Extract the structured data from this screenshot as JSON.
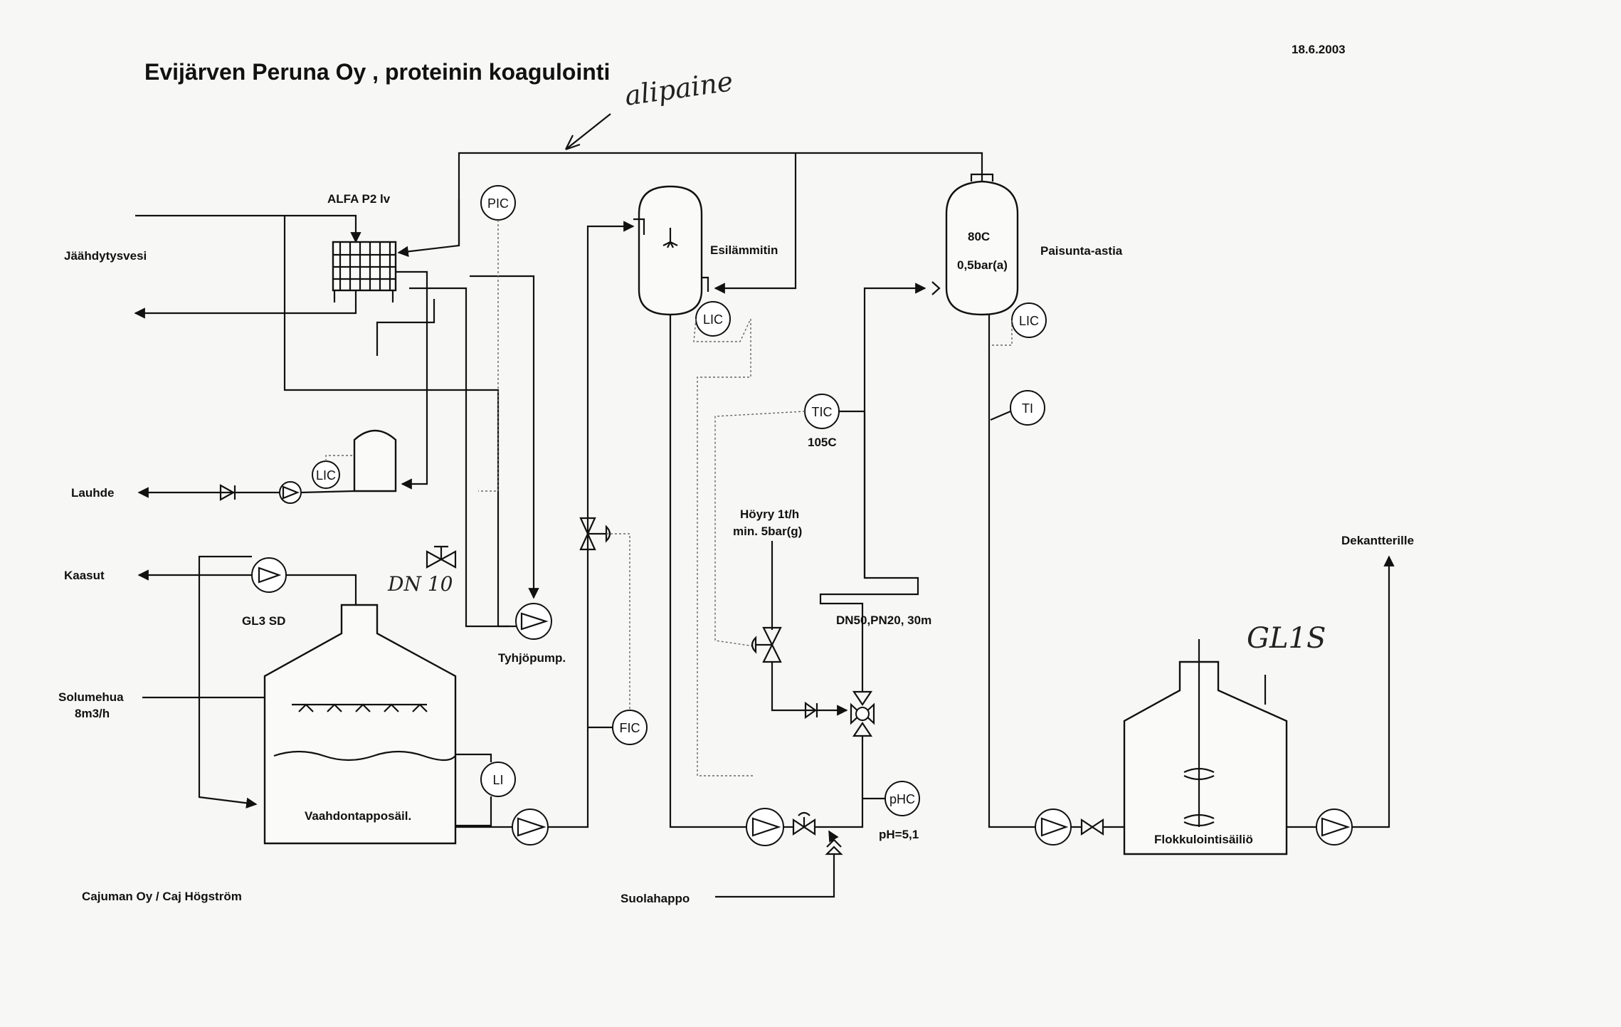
{
  "title": "Evijärven Peruna Oy , proteinin koagulointi",
  "date": "18.6.2003",
  "handwriting": {
    "top": "alipaine",
    "dn": "DN 10",
    "gl": "GL1S"
  },
  "labels": {
    "alfa": "ALFA P2 lv",
    "jaahdytysvesi": "Jäähdytysvesi",
    "lauhde": "Lauhde",
    "kaasut": "Kaasut",
    "gl3sd": "GL3 SD",
    "solumehua": "Solumehua",
    "solumehua_flow": "8m3/h",
    "vaahdontappo": "Vaahdontapposäil.",
    "tyhjopump": "Tyhjöpump.",
    "esilammitin": "Esilämmitin",
    "paisunta": "Paisunta-astia",
    "temp80": "80C",
    "press": "0,5bar(a)",
    "tic_sp": "105C",
    "hoyry": "Höyry 1t/h",
    "hoyry_p": "min. 5bar(g)",
    "pipe": "DN50,PN20, 30m",
    "ph": "pH=5,1",
    "suolahappo": "Suolahappo",
    "dekantterille": "Dekantterille",
    "flokkulointi": "Flokkulointisäiliö",
    "credit": "Cajuman Oy / Caj Högström"
  },
  "instruments": {
    "pic": "PIC",
    "lic1": "LIC",
    "lic2": "LIC",
    "lic3": "LIC",
    "tic": "TIC",
    "ti": "TI",
    "fic": "FIC",
    "li": "LI",
    "phc": "pHC"
  }
}
